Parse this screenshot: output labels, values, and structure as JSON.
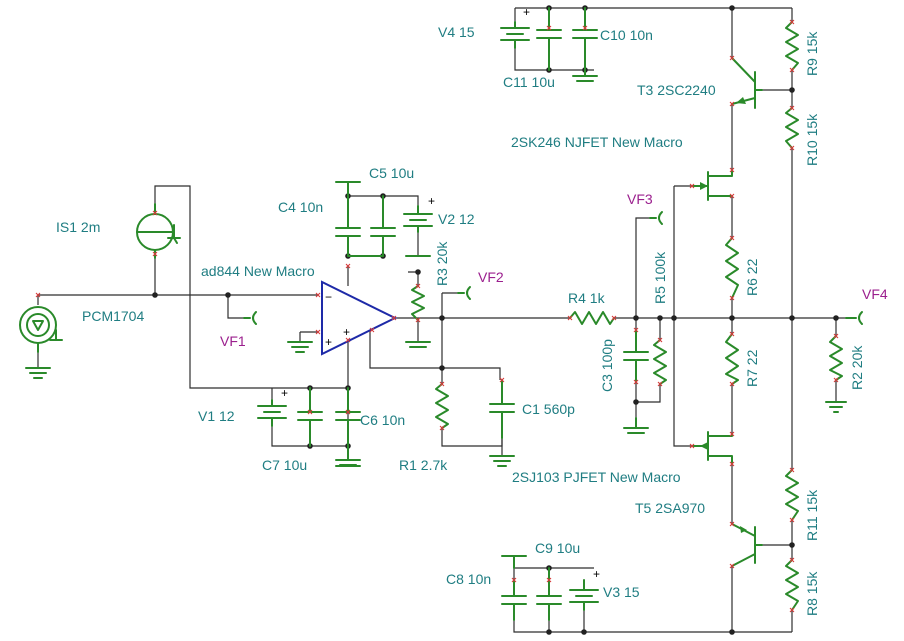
{
  "labels": {
    "is1": "IS1 2m",
    "pcm": "PCM1704",
    "vf1": "VF1",
    "vf2": "VF2",
    "vf3": "VF3",
    "vf4": "VF4",
    "opamp": "ad844 New Macro",
    "c4": "C4 10n",
    "c5": "C5 10u",
    "v2": "V2 12",
    "r3": "R3 20k",
    "v1": "V1 12",
    "c6": "C6 10n",
    "c7": "C7 10u",
    "r1": "R1 2.7k",
    "c1": "C1 560p",
    "r4": "R4 1k",
    "r5": "R5 100k",
    "c3": "C3 100p",
    "v4": "V4 15",
    "c10": "C10 10n",
    "c11": "C11 10u",
    "t3": "T3 2SC2240",
    "njfet": "2SK246 NJFET New Macro",
    "pjfet": "2SJ103 PJFET New Macro",
    "t5": "T5 2SA970",
    "r9": "R9 15k",
    "r10": "R10 15k",
    "r6": "R6 22",
    "r7": "R7 22",
    "r2": "R2 20k",
    "r11": "R11 15k",
    "r8": "R8 15k",
    "c8": "C8 10n",
    "c9": "C9 10u",
    "v3": "V3 15"
  },
  "signs": {
    "plus": "+",
    "minus": "−"
  },
  "colors": {
    "wire": "#2f2f2f",
    "component": "#2a8a2a",
    "opamp": "#1e2aa8",
    "pin_marker": "#d63a3a",
    "label": "#1f7d82",
    "probe_label": "#9b1f8e"
  }
}
